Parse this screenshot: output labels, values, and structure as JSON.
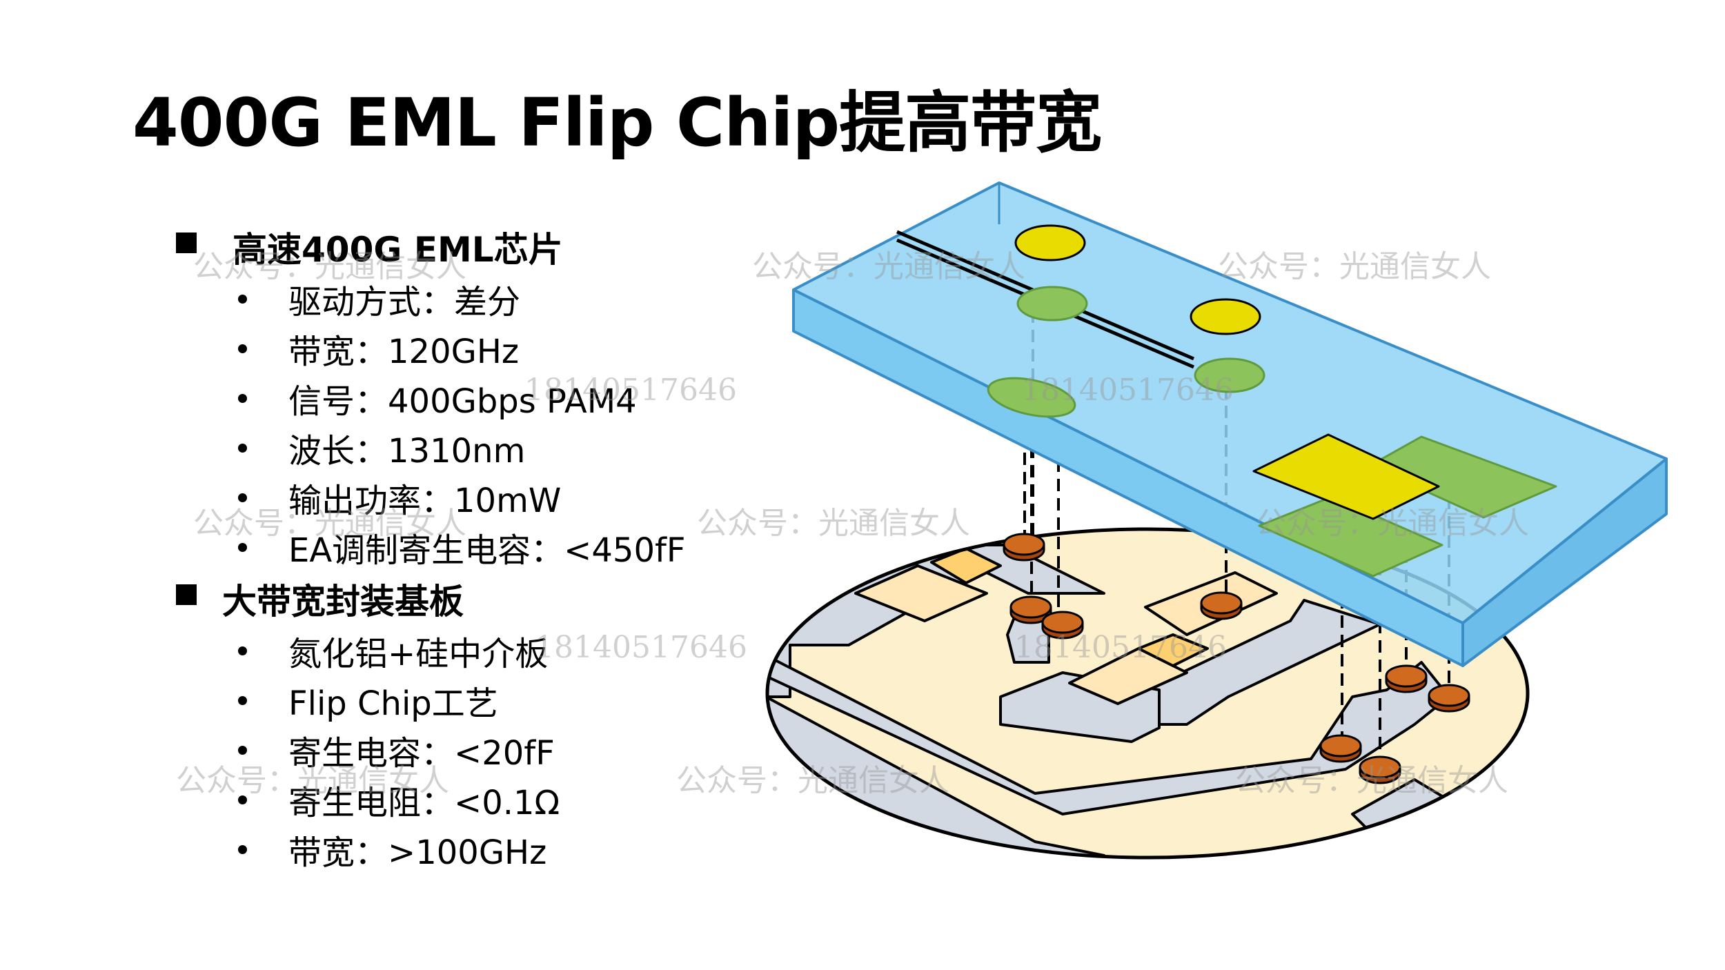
{
  "title": "400G EML Flip Chip提高带宽",
  "sections": [
    {
      "heading": "高速400G EML芯片",
      "items": [
        "驱动方式：差分",
        "带宽：120GHz",
        "信号：400Gbps PAM4",
        "波长：1310nm",
        "输出功率：10mW",
        "EA调制寄生电容：<450fF"
      ]
    },
    {
      "heading": "大带宽封装基板",
      "items": [
        "氮化铝+硅中介板",
        "Flip Chip工艺",
        "寄生电容：<20fF",
        "寄生电阻：<0.1Ω",
        "带宽：>100GHz"
      ]
    }
  ],
  "watermark": {
    "account": "公众号：光通信女人",
    "phone": "18140517646"
  },
  "colors": {
    "chip_fill": "#8fd3f5",
    "chip_stroke": "#3a8ec8",
    "substrate_fill": "#fdf0cc",
    "trace_fill": "#d3d9e3",
    "pad_fill": "#ffe7b8",
    "yellow_pad": "#e8dc00",
    "green_pad": "#8cc35a",
    "bump": "#c55a11"
  }
}
